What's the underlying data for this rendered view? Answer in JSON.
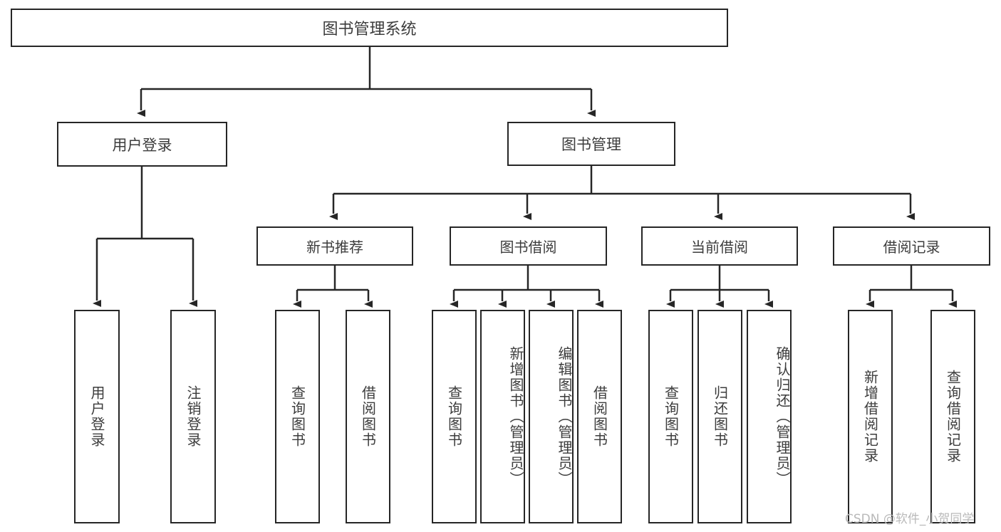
{
  "diagram": {
    "title": "图书管理系统",
    "type": "tree-hierarchy-diagram",
    "colors": {
      "box_border": "#262626",
      "box_fill": "#ffffff",
      "text": "#3c3c3c",
      "edge": "#262626",
      "watermark": "#b9b9b9"
    },
    "root": {
      "label": "图书管理系统"
    },
    "level1": [
      {
        "label": "用户登录"
      },
      {
        "label": "图书管理"
      }
    ],
    "level2": [
      {
        "label": "新书推荐"
      },
      {
        "label": "图书借阅"
      },
      {
        "label": "当前借阅"
      },
      {
        "label": "借阅记录"
      }
    ],
    "leaves": {
      "user_login": [
        {
          "label": "用户登录"
        },
        {
          "label": "注销登录"
        }
      ],
      "new_book_recommend": [
        {
          "label": "查询图书"
        },
        {
          "label": "借阅图书"
        }
      ],
      "book_borrow": [
        {
          "label": "查询图书"
        },
        {
          "label": "新增图书（管理员）"
        },
        {
          "label": "编辑图书（管理员）"
        },
        {
          "label": "借阅图书"
        }
      ],
      "current_borrow": [
        {
          "label": "查询图书"
        },
        {
          "label": "归还图书"
        },
        {
          "label": "确认归还（管理员）"
        }
      ],
      "borrow_record": [
        {
          "label": "新增借阅记录"
        },
        {
          "label": "查询借阅记录"
        }
      ]
    },
    "watermark": "CSDN @软件_小贺同学"
  }
}
